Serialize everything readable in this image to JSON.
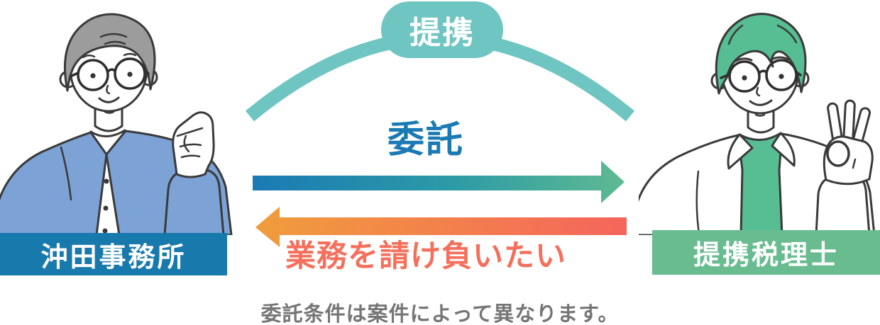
{
  "diagram": {
    "partnership_badge": "提携",
    "delegation_arrow_label": "委託",
    "request_arrow_label": "業務を請け負いたい",
    "note": "委託条件は案件によって異なります。",
    "left_entity": {
      "label": "沖田事務所"
    },
    "right_entity": {
      "label": "提携税理士"
    },
    "icons": {
      "left_person": "office-worker-with-fist-illustration",
      "right_person": "tax-accountant-ok-sign-illustration",
      "arc": "partnership-arc",
      "right_arrow": "delegation-right-arrow",
      "left_arrow": "request-left-arrow"
    },
    "colors": {
      "teal_arc": "#6EC5C1",
      "delegation_text": "#1B7AB3",
      "arrow_gradient_start_blue": "#1A7AB4",
      "arrow_gradient_end_green": "#5FBA92",
      "arrow_gradient_start_orange": "#F09D3C",
      "arrow_gradient_end_salmon": "#F5655C",
      "request_text": "#F4705C",
      "left_entity_bg": "#1879AD",
      "right_entity_bg": "#68BC90",
      "note_text": "#757575",
      "suit_blue": "#7CA2D6",
      "hair_gray": "#9C9C9C",
      "hair_and_shirt_green": "#57BD92",
      "outline": "#3A3A3A"
    }
  }
}
